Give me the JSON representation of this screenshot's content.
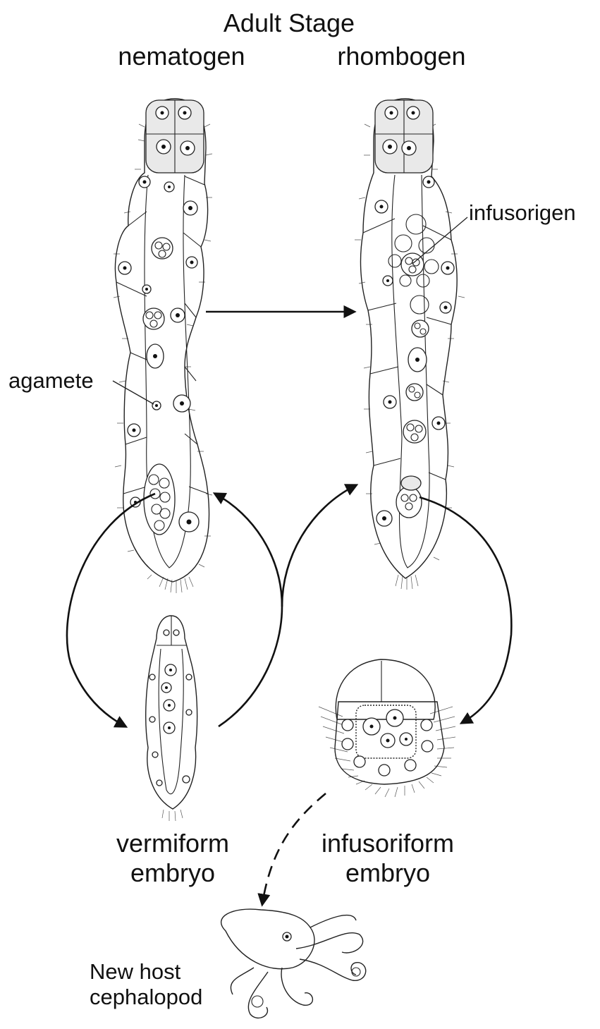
{
  "title": "Adult Stage",
  "labels": {
    "nematogen": "nematogen",
    "rhombogen": "rhombogen",
    "infusorigen": "infusorigen",
    "agamete": "agamete",
    "vermiform_line1": "vermiform",
    "vermiform_line2": "embryo",
    "infusoriform_line1": "infusoriform",
    "infusoriform_line2": "embryo",
    "host_line1": "New host",
    "host_line2": "cephalopod"
  }
}
